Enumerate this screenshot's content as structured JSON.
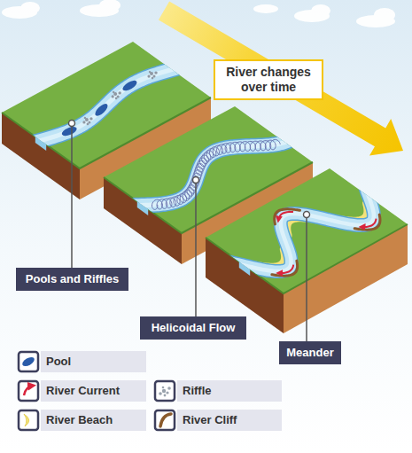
{
  "diagram": {
    "nodes": [
      {
        "text": [
          "River changes over time"
        ]
      },
      {
        "text": [
          "Pools and Riffles"
        ]
      },
      {
        "text": [
          "Helicoidal Flow"
        ]
      },
      {
        "text": [
          "Meander"
        ]
      }
    ],
    "legend": [
      {
        "text": "Pool"
      },
      {
        "text": "River Current"
      },
      {
        "text": "Riffle"
      },
      {
        "text": "River Beach"
      },
      {
        "text": "River Cliff"
      }
    ]
  }
}
